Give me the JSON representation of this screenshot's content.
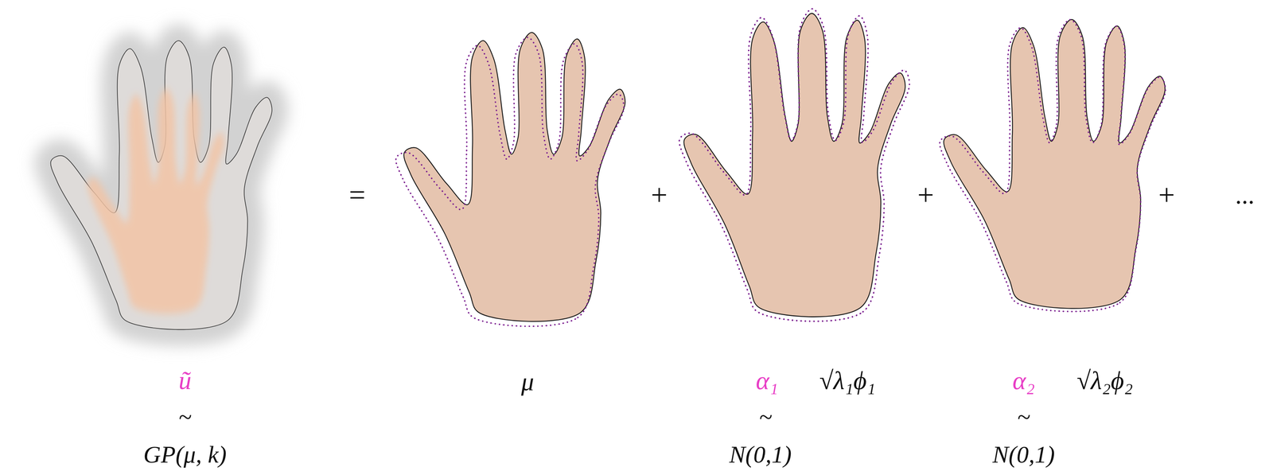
{
  "diagram": {
    "labels": [
      "ũ",
      "~",
      "GP(μ, k)",
      "=",
      "μ",
      "+",
      "α₁",
      "√λ₁ϕ₁",
      "~",
      "N(0,1)",
      "+",
      "α₂",
      "√λ₂ϕ₂",
      "~",
      "N(0,1)",
      "+",
      "..."
    ]
  }
}
